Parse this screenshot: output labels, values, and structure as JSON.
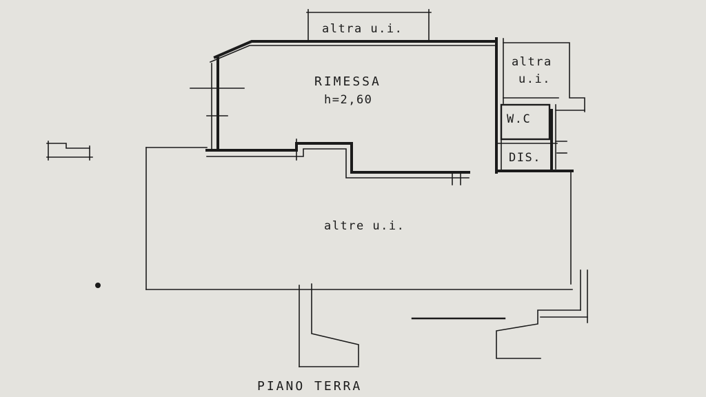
{
  "plan": {
    "labels": {
      "altra_ui_top": "altra u.i.",
      "rimessa": "RIMESSA",
      "height": "h=2,60",
      "altra_right_1": "altra",
      "altra_right_2": "u.i.",
      "wc": "W.C",
      "dis": "DIS.",
      "altre_ui": "altre u.i.",
      "floor": "PIANO TERRA"
    }
  }
}
